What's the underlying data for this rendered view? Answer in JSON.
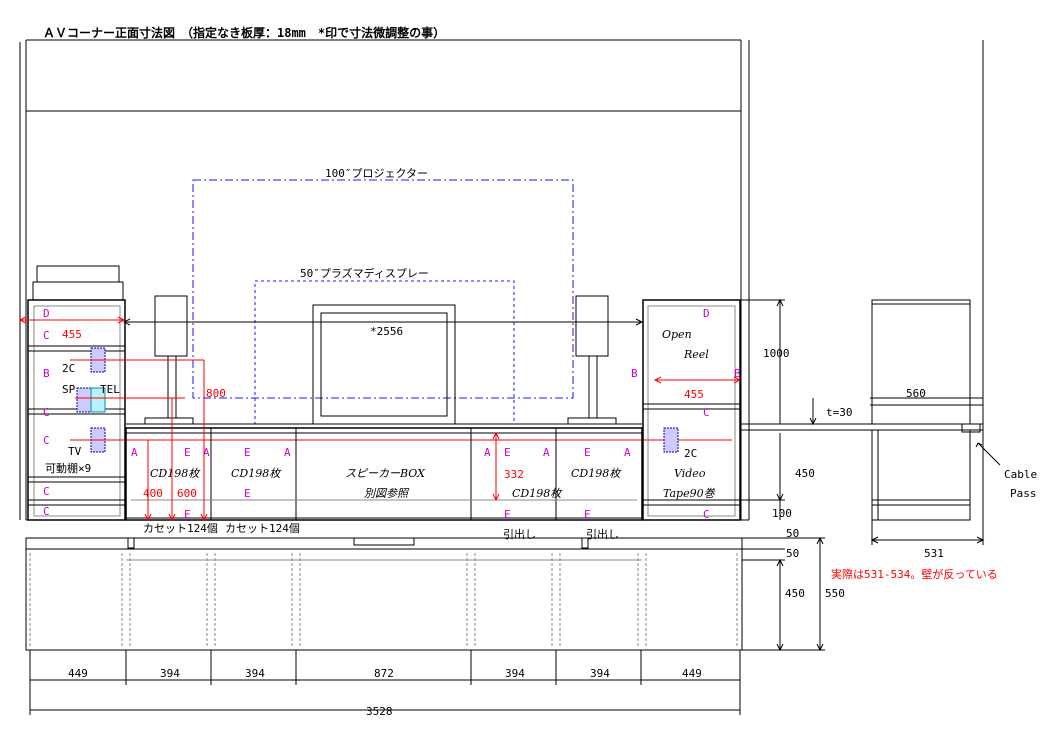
{
  "title": "ＡＶコーナー正面寸法図　（指定なき板厚：18mm　*印で寸法微調整の事）",
  "labels": {
    "projector": "100″プロジェクター",
    "plasma": "50″プラズマディスプレー",
    "width_2556": "*2556",
    "open": "Open",
    "reel": "Reel",
    "cd1": "CD198枚",
    "cd2": "CD198枚",
    "cd3": "CD198枚",
    "cd4": "CD198枚",
    "speaker_box": "スピーカーBOX",
    "see_other": "別図参照",
    "video": "Video",
    "tape": "Tape90巻",
    "movable_shelf": "可動棚×9",
    "cassette1": "カセット124個",
    "cassette2": "カセット124個",
    "drawer1": "引出し",
    "drawer2": "引出し",
    "tv": "TV",
    "sp": "SP",
    "tel": "TEL",
    "two_c_left": "2C",
    "two_c_right": "2C",
    "cable": "Cable",
    "pass": "Pass",
    "t30": "t=30",
    "note_red": "実際は531-534。壁が反っている"
  },
  "shelf_letters": {
    "A": "A",
    "B": "B",
    "C": "C",
    "D": "D",
    "E": "E"
  },
  "dimensions": {
    "d455_left": "455",
    "d455_right": "455",
    "d800": "800",
    "d400": "400",
    "d600": "600",
    "d332": "332",
    "d1000": "1000",
    "d450_a": "450",
    "d100": "100",
    "d50_a": "50",
    "d50_b": "50",
    "d450_b": "450",
    "d550": "550",
    "d560": "560",
    "d531": "531",
    "bottom": [
      "449",
      "394",
      "394",
      "872",
      "394",
      "394",
      "449"
    ],
    "total": "3528"
  }
}
